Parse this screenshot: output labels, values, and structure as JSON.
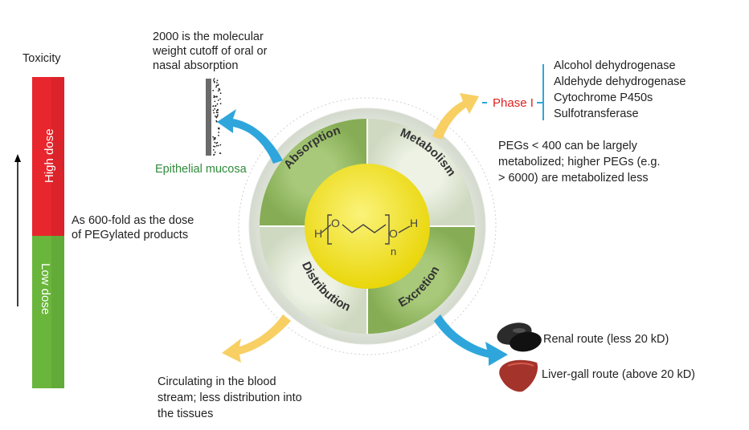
{
  "toxicity": {
    "title": "Toxicity",
    "high_label": "High dose",
    "low_label": "Low dose",
    "high_color": "#e8262d",
    "low_color": "#6ab63c",
    "fold_note": [
      "As 600-fold as the dose",
      "of PEGylated products"
    ]
  },
  "absorption": {
    "label": "Absorption",
    "cutoff_note": [
      "2000 is the molecular",
      "weight cutoff of oral or",
      "nasal absorption"
    ],
    "mucosa_label": "Epithelial mucosa"
  },
  "metabolism": {
    "label": "Metabolism",
    "phase_label": "Phase I",
    "enzymes": [
      "Alcohol dehydrogenase",
      "Aldehyde dehydrogenase",
      "Cytochrome P450s",
      "Sulfotransferase"
    ],
    "note": [
      "PEGs < 400 can be largely",
      "metabolized; higher PEGs (e.g.",
      "> 6000) are metabolized less"
    ]
  },
  "distribution": {
    "label": "Distribution",
    "note": [
      "Circulating in the blood",
      "stream; less distribution into",
      "the tissues"
    ]
  },
  "excretion": {
    "label": "Excretion",
    "renal": "Renal route (less 20 kD)",
    "liver": "Liver-gall route (above 20 kD)"
  },
  "molecule": {
    "h_left": "H",
    "o_left": "O",
    "o_right": "O",
    "h_right": "H",
    "n": "n"
  },
  "colors": {
    "quadrant_dark": "#9bbf6b",
    "quadrant_light": "#e4ecd8",
    "center": "#f2e21a",
    "blue_arrow": "#2ea6dc",
    "yellow_arrow": "#f7cf63",
    "phase_line": "#2ea6dc"
  }
}
